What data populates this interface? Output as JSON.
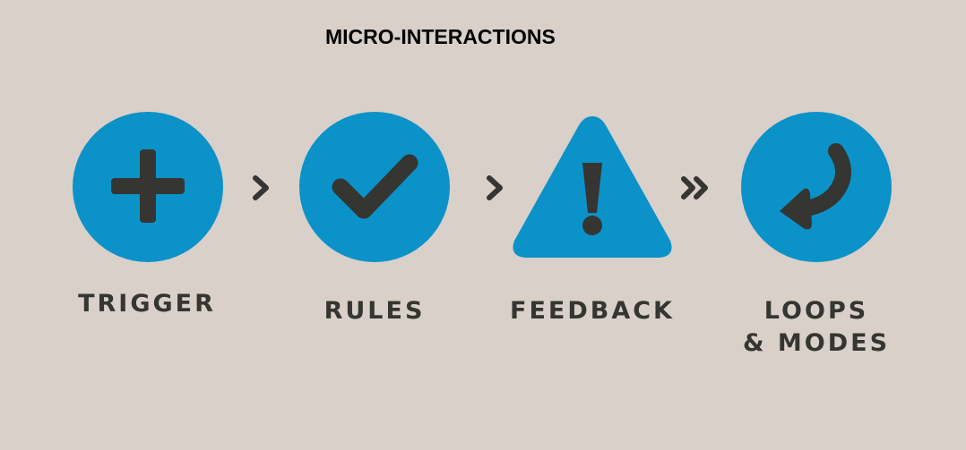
{
  "title": "MICRO-INTERACTIONS",
  "colors": {
    "background": "#d9d0c9",
    "accent_blue": "#0b92c9",
    "icon_dark": "#353531",
    "title_text": "#000000"
  },
  "stages": [
    {
      "label": "TRIGGER",
      "icon": "plus-icon",
      "shape": "circle"
    },
    {
      "label": "RULES",
      "icon": "checkmark-icon",
      "shape": "circle"
    },
    {
      "label": "FEEDBACK",
      "icon": "exclamation-icon",
      "shape": "triangle"
    },
    {
      "label": "LOOPS\n& MODES",
      "icon": "curved-return-arrow-icon",
      "shape": "circle"
    }
  ],
  "connectors": [
    {
      "icon": "chevron-right-icon"
    },
    {
      "icon": "chevron-right-icon"
    },
    {
      "icon": "double-chevron-right-icon"
    }
  ]
}
